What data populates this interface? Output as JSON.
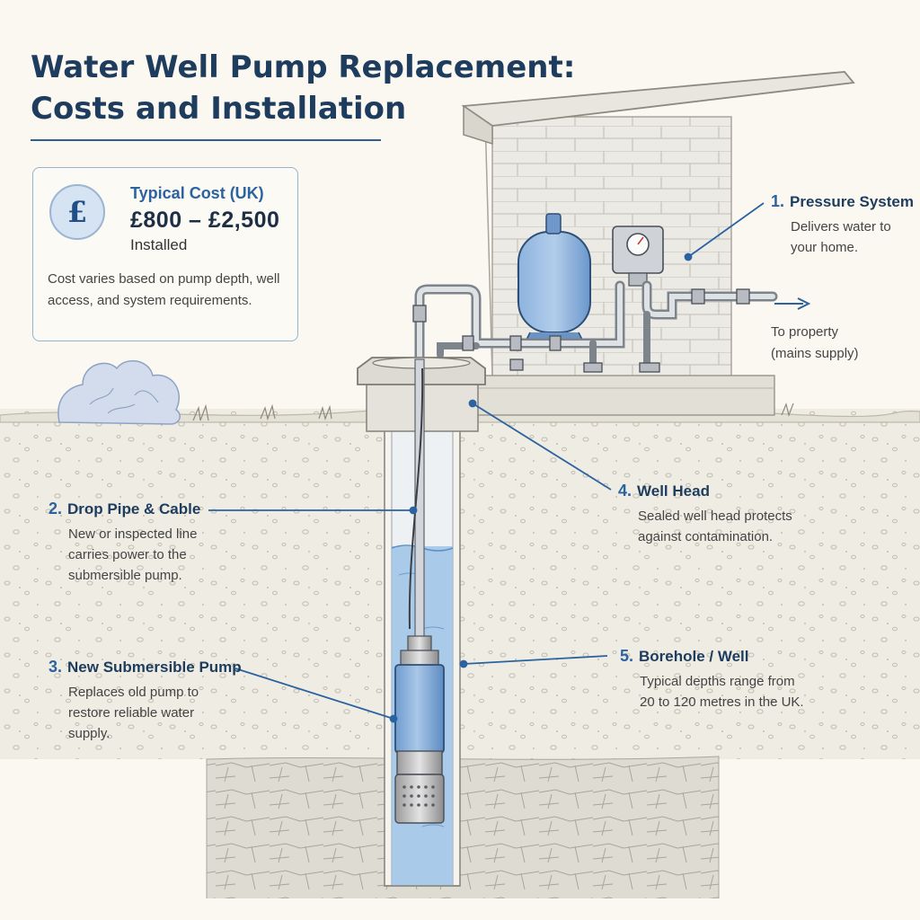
{
  "title": {
    "line1": "Water Well Pump Replacement:",
    "line2": "Costs and Installation"
  },
  "cost_card": {
    "icon": "pound-icon",
    "symbol": "£",
    "label": "Typical Cost (UK)",
    "range": "£800 – £2,500",
    "installed": "Installed",
    "note": "Cost varies based on pump depth, well access, and system requirements."
  },
  "callouts": [
    {
      "number": "1.",
      "title": "Pressure System",
      "description": "Delivers water to your home."
    },
    {
      "number": "2.",
      "title": "Drop Pipe & Cable",
      "description": "New or inspected line carries power to the submersible pump."
    },
    {
      "number": "3.",
      "title": "New Submersible Pump",
      "description": "Replaces old pump to restore reliable water supply."
    },
    {
      "number": "4.",
      "title": "Well Head",
      "description": "Sealed well head protects against contamination."
    },
    {
      "number": "5.",
      "title": "Borehole / Well",
      "description": "Typical depths range from 20 to 120 metres in the UK."
    }
  ],
  "property_label": "To property (mains supply)",
  "colors": {
    "heading": "#1d3c5e",
    "accent": "#2b62a0",
    "water": "#9cc3e6",
    "tank": "#7fa8d8",
    "ground": "#eeece3",
    "wall": "#eceae4"
  }
}
